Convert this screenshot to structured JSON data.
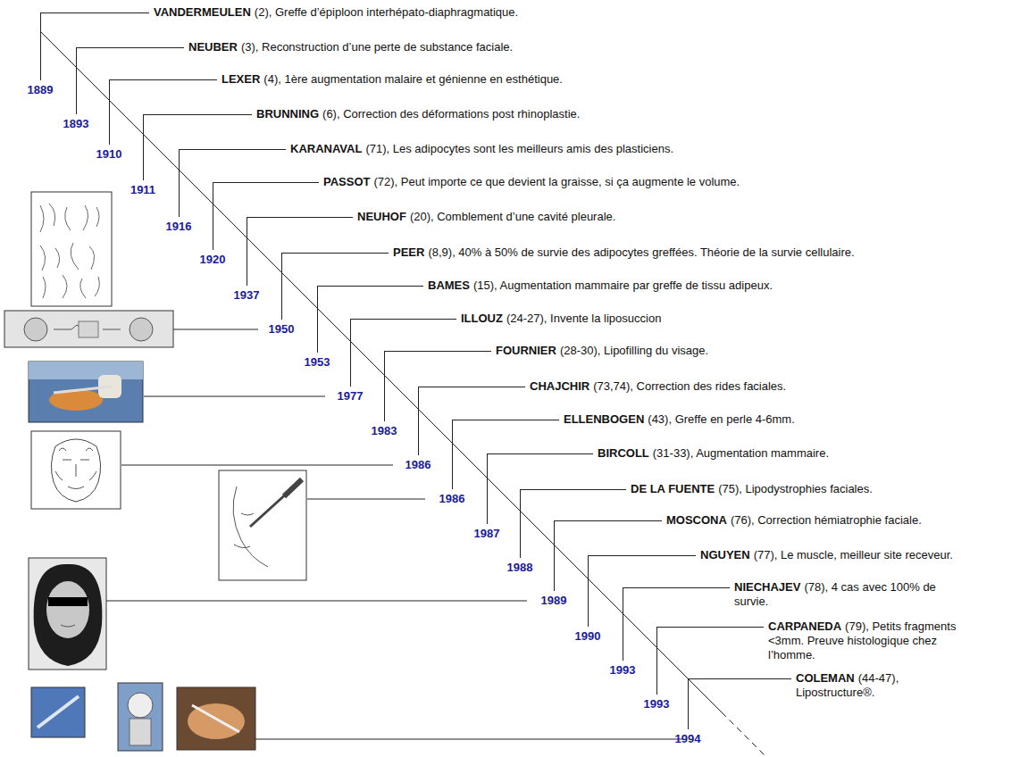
{
  "diagram": {
    "labels": [
      "VANDERMEULEN",
      "(2), Greffe d’épiploon interhépato-diaphragmatique.",
      "1889",
      "NEUBER",
      "(3), Reconstruction d’une perte de substance faciale.",
      "1893",
      "LEXER",
      "(4), 1ère augmentation malaire et génienne en esthétique.",
      "1910",
      "BRUNNING",
      "(6), Correction des déformations post rhinoplastie.",
      "1911",
      "KARANAVAL",
      "(71), Les adipocytes sont les meilleurs amis des plasticiens.",
      "1916",
      "PASSOT",
      "(72), Peut importe ce que devient la graisse, si ça augmente le volume.",
      "1920",
      "NEUHOF",
      "(20), Comblement d’une cavité pleurale.",
      "1937",
      "PEER",
      "(8,9), 40% à 50% de survie des adipocytes greffées. Théorie de la survie cellulaire.",
      "1950",
      "BAMES",
      "(15), Augmentation mammaire par greffe de tissu adipeux.",
      "1953",
      "ILLOUZ",
      "(24-27), Invente la liposuccion",
      "1977",
      "FOURNIER",
      "(28-30), Lipofilling du visage.",
      "1983",
      "CHAJCHIR",
      "(73,74), Correction des rides faciales.",
      "1986",
      "ELLENBOGEN",
      "(43), Greffe en perle 4-6mm.",
      "1986",
      "BIRCOLL",
      "(31-33), Augmentation mammaire.",
      "1987",
      "DE LA FUENTE",
      "(75), Lipodystrophies faciales.",
      "1988",
      "MOSCONA",
      "(76), Correction hémiatrophie faciale.",
      "1989",
      "NGUYEN",
      "(77), Le muscle, meilleur site receveur.",
      "1990",
      "NIECHAJEV",
      "(78), 4 cas avec 100% de survie.",
      "1993",
      "CARPANEDA",
      "(79), Petits fragments <3mm. Preuve histologique chez l’homme.",
      "1993",
      "COLEMAN",
      "(44-47), Lipostructure®.",
      "1994"
    ]
  }
}
